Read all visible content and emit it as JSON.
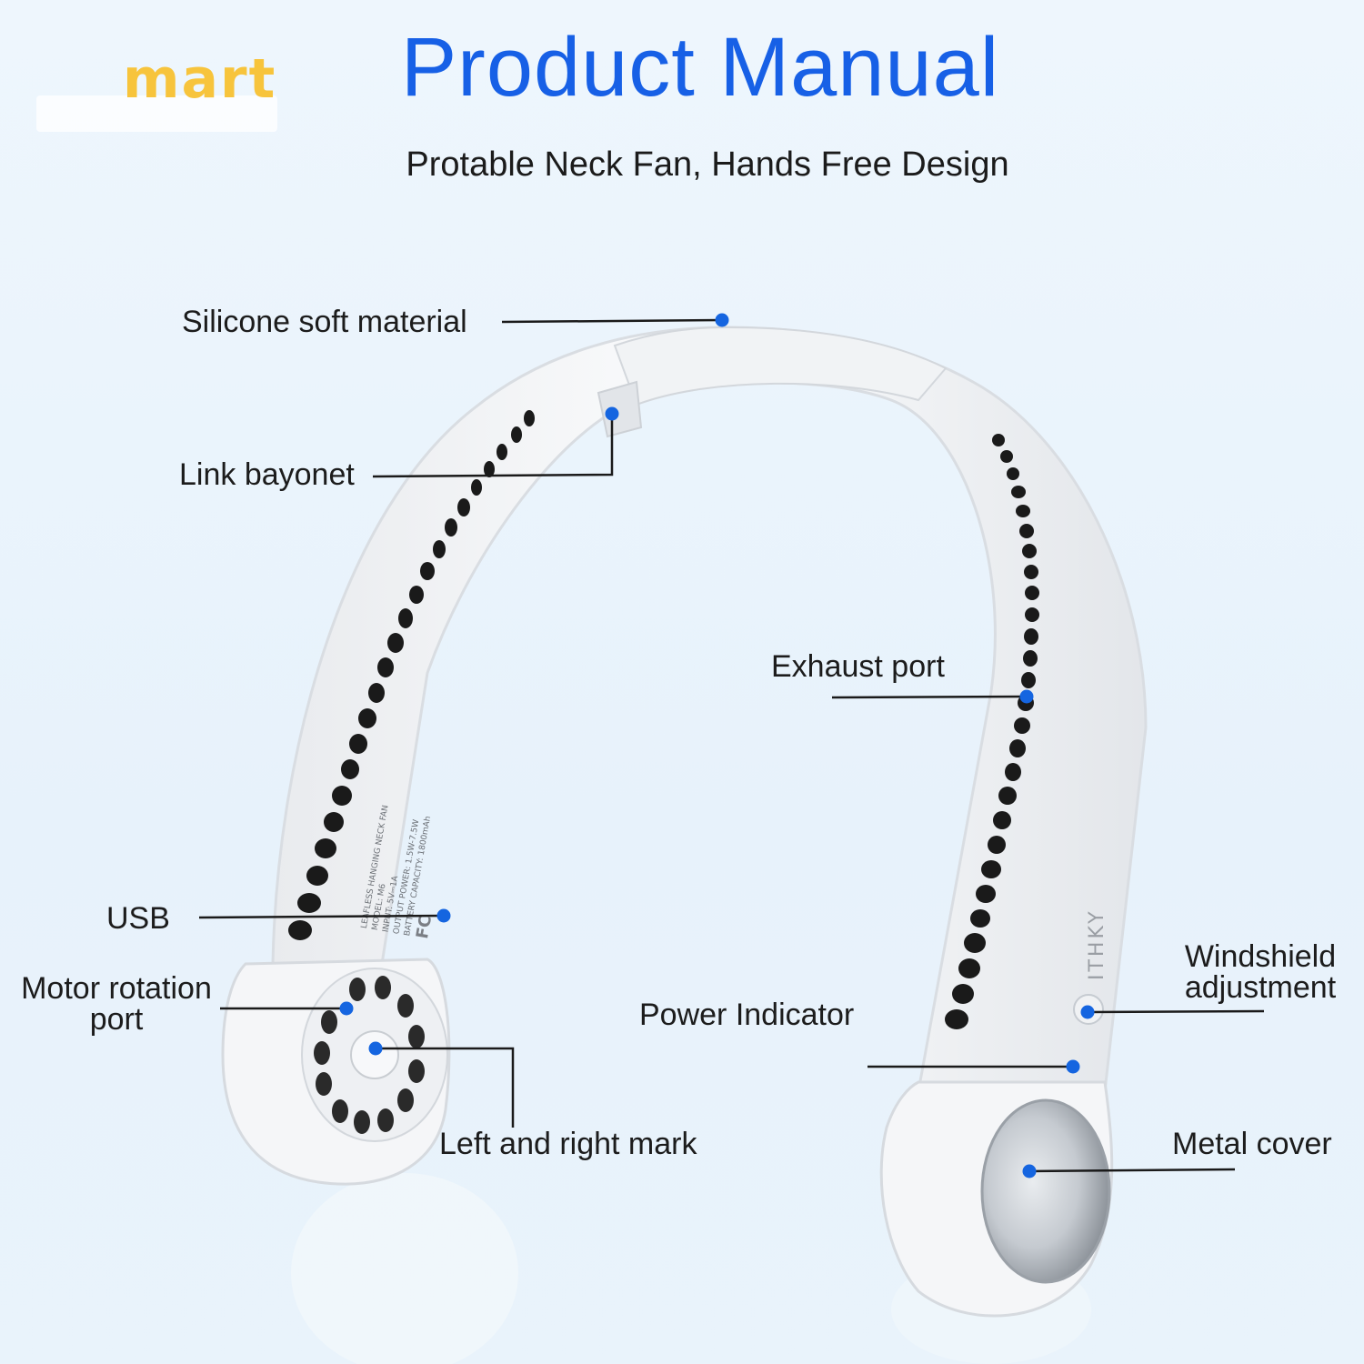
{
  "logo": {
    "text": "mart"
  },
  "header": {
    "title": "Product Manual",
    "subtitle": "Protable Neck Fan, Hands Free Design"
  },
  "device": {
    "brand_mark": "ITHKY",
    "spec_lines": [
      "LEAFLESS HANGING NECK FAN",
      "MODEL: M6",
      "INPUT: 5V⎓1A",
      "OUTPUT POWER: 1.5W-7.5W",
      "BATTERY CAPACITY: 1800mAh"
    ],
    "cert_mark": "FC"
  },
  "callouts": {
    "silicone": "Silicone soft material",
    "link_bayonet": "Link bayonet",
    "exhaust": "Exhaust port",
    "usb": "USB",
    "motor_line1": "Motor rotation",
    "motor_line2": "port",
    "left_right": "Left and right mark",
    "power": "Power Indicator",
    "windshield_line1": "Windshield",
    "windshield_line2": "adjustment",
    "metal_cover": "Metal cover"
  },
  "colors": {
    "title": "#1760e6",
    "marker": "#1565e0",
    "background": "#eaf4fc",
    "device": "#f8f9fa",
    "logo": "#f7c43c"
  }
}
